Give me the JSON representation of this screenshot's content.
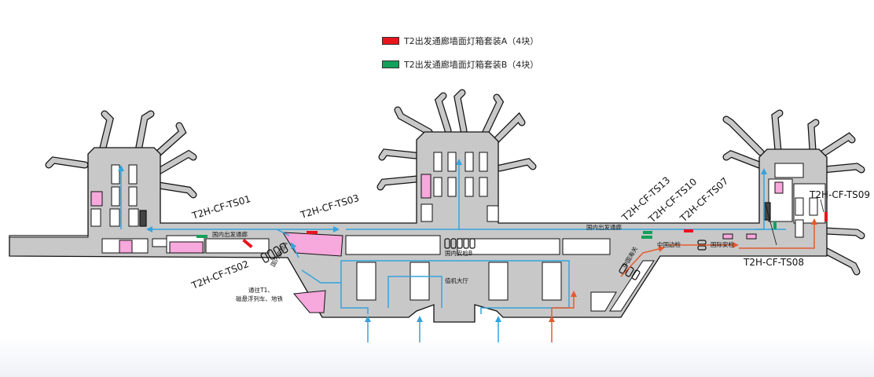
{
  "legend": {
    "item_a": {
      "label": "T2出发通廊墙面灯箱套装A（4块）",
      "color": "#e8141e"
    },
    "item_b": {
      "label": "T2出发通廊墙面灯箱套装B（4块）",
      "color": "#14a05a"
    }
  },
  "map": {
    "areas": {
      "domestic_corridor_left": "国内出发通廊",
      "domestic_corridor_right": "国内出发通廊",
      "domestic_security_b": "国内安检B",
      "domestic_security_a": "国内安检A",
      "checkin_hall": "值机大厅",
      "china_border": "中国边检",
      "china_customs": "中国海关",
      "intl_security": "国际安检",
      "to_t1_line1": "通往T1、",
      "to_t1_line2": "磁悬浮列车、地铁"
    },
    "callouts": {
      "ts01": "T2H-CF-TS01",
      "ts02": "T2H-CF-TS02",
      "ts03": "T2H-CF-TS03",
      "ts07": "T2H-CF-TS07",
      "ts08": "T2H-CF-TS08",
      "ts09": "T2H-CF-TS09",
      "ts10": "T2H-CF-TS10",
      "ts13": "T2H-CF-TS13"
    },
    "colors": {
      "building": "#c8c8c8",
      "pink_area": "#f7a8dc",
      "domestic_flow": "#36a3dc",
      "international_flow": "#e45a2c",
      "lightbox_a": "#e8141e",
      "lightbox_b": "#14a05a"
    }
  }
}
